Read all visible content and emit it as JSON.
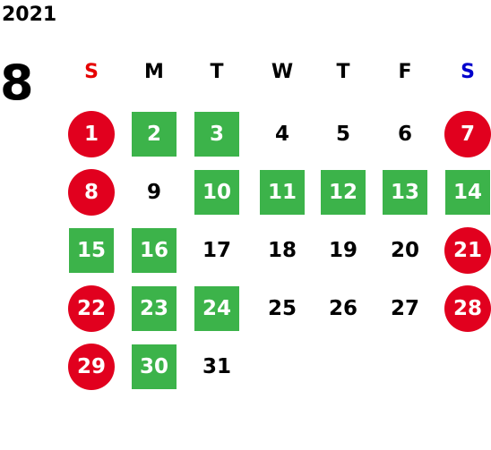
{
  "header": {
    "year": "2021",
    "month": "8"
  },
  "colors": {
    "sunday_label": "#e60000",
    "saturday_label": "#0000cc",
    "weekday_label": "#000000",
    "green_day": "#3cb34a",
    "red_day": "#e1001e",
    "plain_day": "#000000"
  },
  "weekdays": [
    {
      "label": "S",
      "kind": "sunday"
    },
    {
      "label": "M",
      "kind": "weekday"
    },
    {
      "label": "T",
      "kind": "weekday"
    },
    {
      "label": "W",
      "kind": "weekday"
    },
    {
      "label": "T",
      "kind": "weekday"
    },
    {
      "label": "F",
      "kind": "weekday"
    },
    {
      "label": "S",
      "kind": "saturday"
    }
  ],
  "weeks": [
    [
      {
        "day": "1",
        "style": "red"
      },
      {
        "day": "2",
        "style": "green"
      },
      {
        "day": "3",
        "style": "green"
      },
      {
        "day": "4",
        "style": "plain"
      },
      {
        "day": "5",
        "style": "plain"
      },
      {
        "day": "6",
        "style": "plain"
      },
      {
        "day": "7",
        "style": "red"
      }
    ],
    [
      {
        "day": "8",
        "style": "red"
      },
      {
        "day": "9",
        "style": "plain"
      },
      {
        "day": "10",
        "style": "green"
      },
      {
        "day": "11",
        "style": "green"
      },
      {
        "day": "12",
        "style": "green"
      },
      {
        "day": "13",
        "style": "green"
      },
      {
        "day": "14",
        "style": "green"
      }
    ],
    [
      {
        "day": "15",
        "style": "green"
      },
      {
        "day": "16",
        "style": "green"
      },
      {
        "day": "17",
        "style": "plain"
      },
      {
        "day": "18",
        "style": "plain"
      },
      {
        "day": "19",
        "style": "plain"
      },
      {
        "day": "20",
        "style": "plain"
      },
      {
        "day": "21",
        "style": "red"
      }
    ],
    [
      {
        "day": "22",
        "style": "red"
      },
      {
        "day": "23",
        "style": "green"
      },
      {
        "day": "24",
        "style": "green"
      },
      {
        "day": "25",
        "style": "plain"
      },
      {
        "day": "26",
        "style": "plain"
      },
      {
        "day": "27",
        "style": "plain"
      },
      {
        "day": "28",
        "style": "red"
      }
    ],
    [
      {
        "day": "29",
        "style": "red"
      },
      {
        "day": "30",
        "style": "green"
      },
      {
        "day": "31",
        "style": "plain"
      }
    ]
  ]
}
